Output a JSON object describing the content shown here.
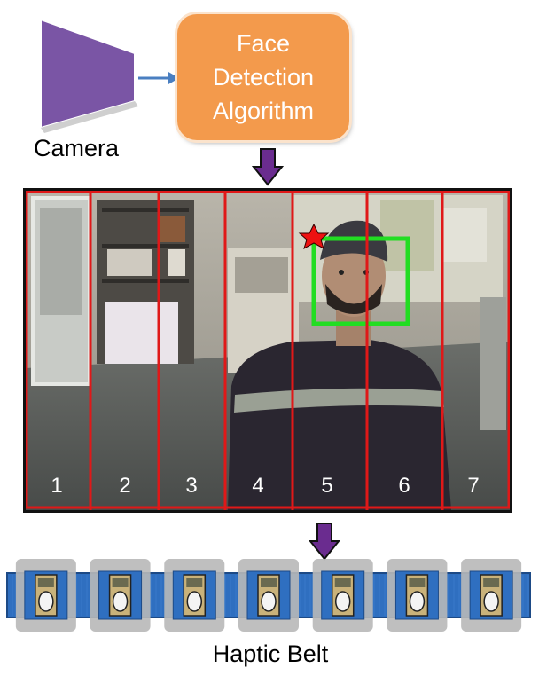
{
  "camera": {
    "label": "Camera",
    "icon": "camera-icon"
  },
  "algorithm": {
    "label": "Face Detection Algorithm",
    "lines": [
      "Face",
      "Detection",
      "Algorithm"
    ]
  },
  "frame": {
    "zones": [
      "1",
      "2",
      "3",
      "4",
      "5",
      "6",
      "7"
    ],
    "zone_line_color": "#e01818",
    "face_box_color": "#22dd22",
    "star_color": "#ee1111"
  },
  "belt": {
    "label": "Haptic Belt",
    "motor_count": 7,
    "strap_color": "#2f6fc0"
  },
  "arrow_color": "#6a2c8f"
}
